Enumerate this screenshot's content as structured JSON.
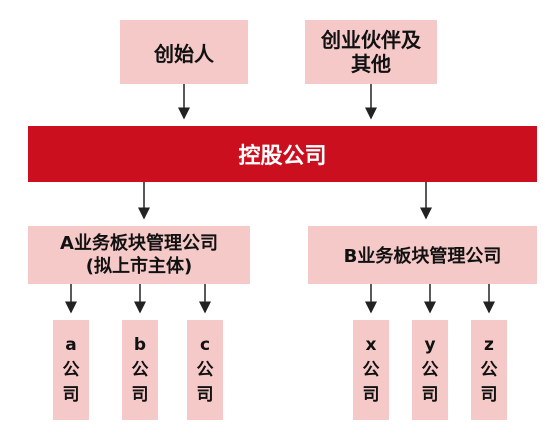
{
  "top": {
    "founder": "创始人",
    "partners": "创业伙伴及\n其他"
  },
  "holding": "控股公司",
  "mgmt": {
    "a": "A业务板块管理公司\n(拟上市主体)",
    "b": "B业务板块管理公司"
  },
  "companies": {
    "a": "a\n公\n司",
    "b": "b\n公\n司",
    "c": "c\n公\n司",
    "x": "x\n公\n司",
    "y": "y\n公\n司",
    "z": "z\n公\n司"
  },
  "colors": {
    "box_fill": "#f6c9c9",
    "holding_fill": "#cc0f1f",
    "arrow": "#222222"
  }
}
